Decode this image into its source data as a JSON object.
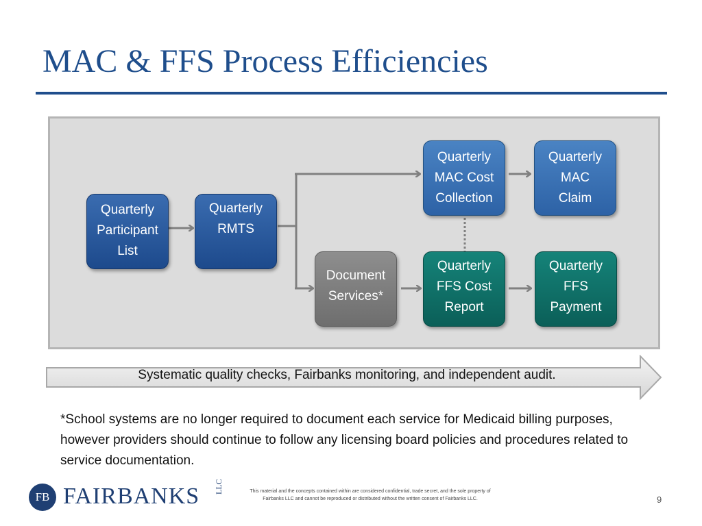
{
  "slide": {
    "title": "MAC & FFS Process Efficiencies",
    "page_number": "9"
  },
  "diagram": {
    "nodes": [
      {
        "id": "participant",
        "label": "Quarterly\nParticipant\nList"
      },
      {
        "id": "rmts",
        "label": "Quarterly\nRMTS"
      },
      {
        "id": "mac_cost",
        "label": "Quarterly\nMAC Cost\nCollection"
      },
      {
        "id": "mac_claim",
        "label": "Quarterly\nMAC\nClaim"
      },
      {
        "id": "doc_services",
        "label": "Document\nServices*"
      },
      {
        "id": "ffs_cost",
        "label": "Quarterly\nFFS Cost\nReport"
      },
      {
        "id": "ffs_payment",
        "label": "Quarterly\nFFS\nPayment"
      }
    ],
    "colors": {
      "blue": "#1d4a8c",
      "teal": "#0b5f58",
      "gray": "#6e6e6e",
      "arrow": "#808080"
    }
  },
  "banner": {
    "text": "Systematic quality checks, Fairbanks monitoring, and independent audit."
  },
  "footnote": {
    "text": "*School systems are no longer required to document each service for Medicaid billing purposes, however providers should continue to follow any licensing board policies and procedures related to service documentation."
  },
  "footer": {
    "logo_mark": "FB",
    "logo_name": "FAIRBANKS",
    "logo_suffix": "LLC",
    "legal_text": "This material and the concepts contained within are considered confidential, trade secret, and the sole property of Fairbanks LLC and cannot be reproduced or distributed without the written consent of Fairbanks LLC."
  }
}
